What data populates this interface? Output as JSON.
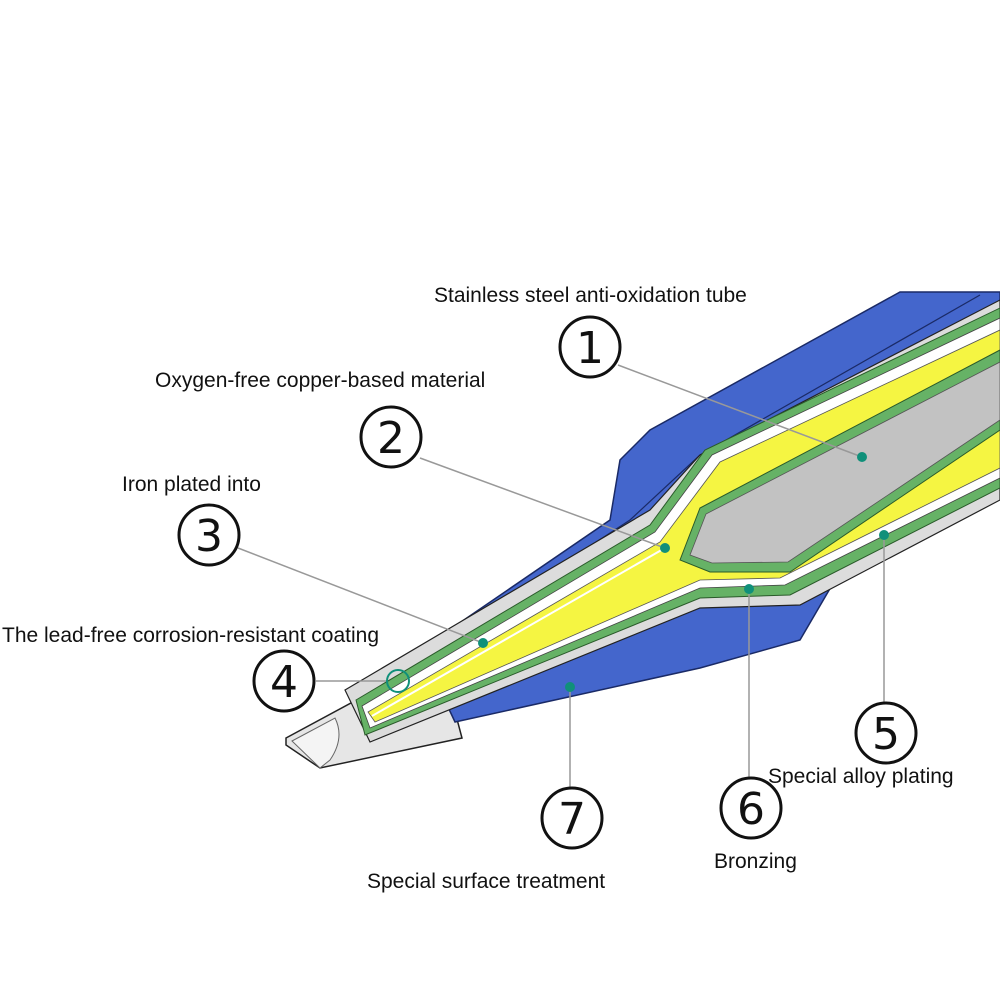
{
  "colors": {
    "outer": "#4466cc",
    "green": "#66b266",
    "yellow": "#f5f542",
    "core": "#c2c2c2",
    "tip": "#e6e6e6",
    "marker": "#10907a",
    "leader": "#999999",
    "outline": "#222222"
  },
  "callouts": [
    {
      "number": "1",
      "label": "Stainless steel anti-oxidation tube"
    },
    {
      "number": "2",
      "label": "Oxygen-free copper-based material"
    },
    {
      "number": "3",
      "label": "Iron plated into"
    },
    {
      "number": "4",
      "label": "The lead-free corrosion-resistant coating"
    },
    {
      "number": "5",
      "label": "Special alloy plating"
    },
    {
      "number": "6",
      "label": "Bronzing"
    },
    {
      "number": "7",
      "label": "Special surface treatment"
    }
  ]
}
